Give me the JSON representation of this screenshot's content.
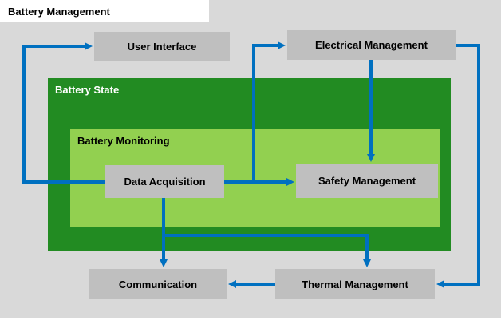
{
  "title": "Battery Management",
  "colors": {
    "background": "#d9d9d9",
    "box_fill": "#bfbfbf",
    "dark_green": "#228B22",
    "light_green": "#92d050",
    "arrow_blue": "#0070c0",
    "battery_state_label": "#ffffff",
    "text": "#000000"
  },
  "containers": {
    "battery_state": "Battery State",
    "battery_monitoring": "Battery Monitoring"
  },
  "nodes": {
    "user_interface": "User Interface",
    "electrical_management": "Electrical Management",
    "data_acquisition": "Data Acquisition",
    "safety_management": "Safety Management",
    "communication": "Communication",
    "thermal_management": "Thermal Management"
  },
  "edges": [
    {
      "from": "Data Acquisition",
      "to": "User Interface"
    },
    {
      "from": "Data Acquisition",
      "to": "Safety Management"
    },
    {
      "from": "Data Acquisition",
      "to": "Electrical Management"
    },
    {
      "from": "Electrical Management",
      "to": "Safety Management"
    },
    {
      "from": "Data Acquisition",
      "to": "Communication"
    },
    {
      "from": "Data Acquisition",
      "to": "Thermal Management"
    },
    {
      "from": "Thermal Management",
      "to": "Communication"
    },
    {
      "from": "Electrical Management",
      "to": "Thermal Management"
    }
  ]
}
